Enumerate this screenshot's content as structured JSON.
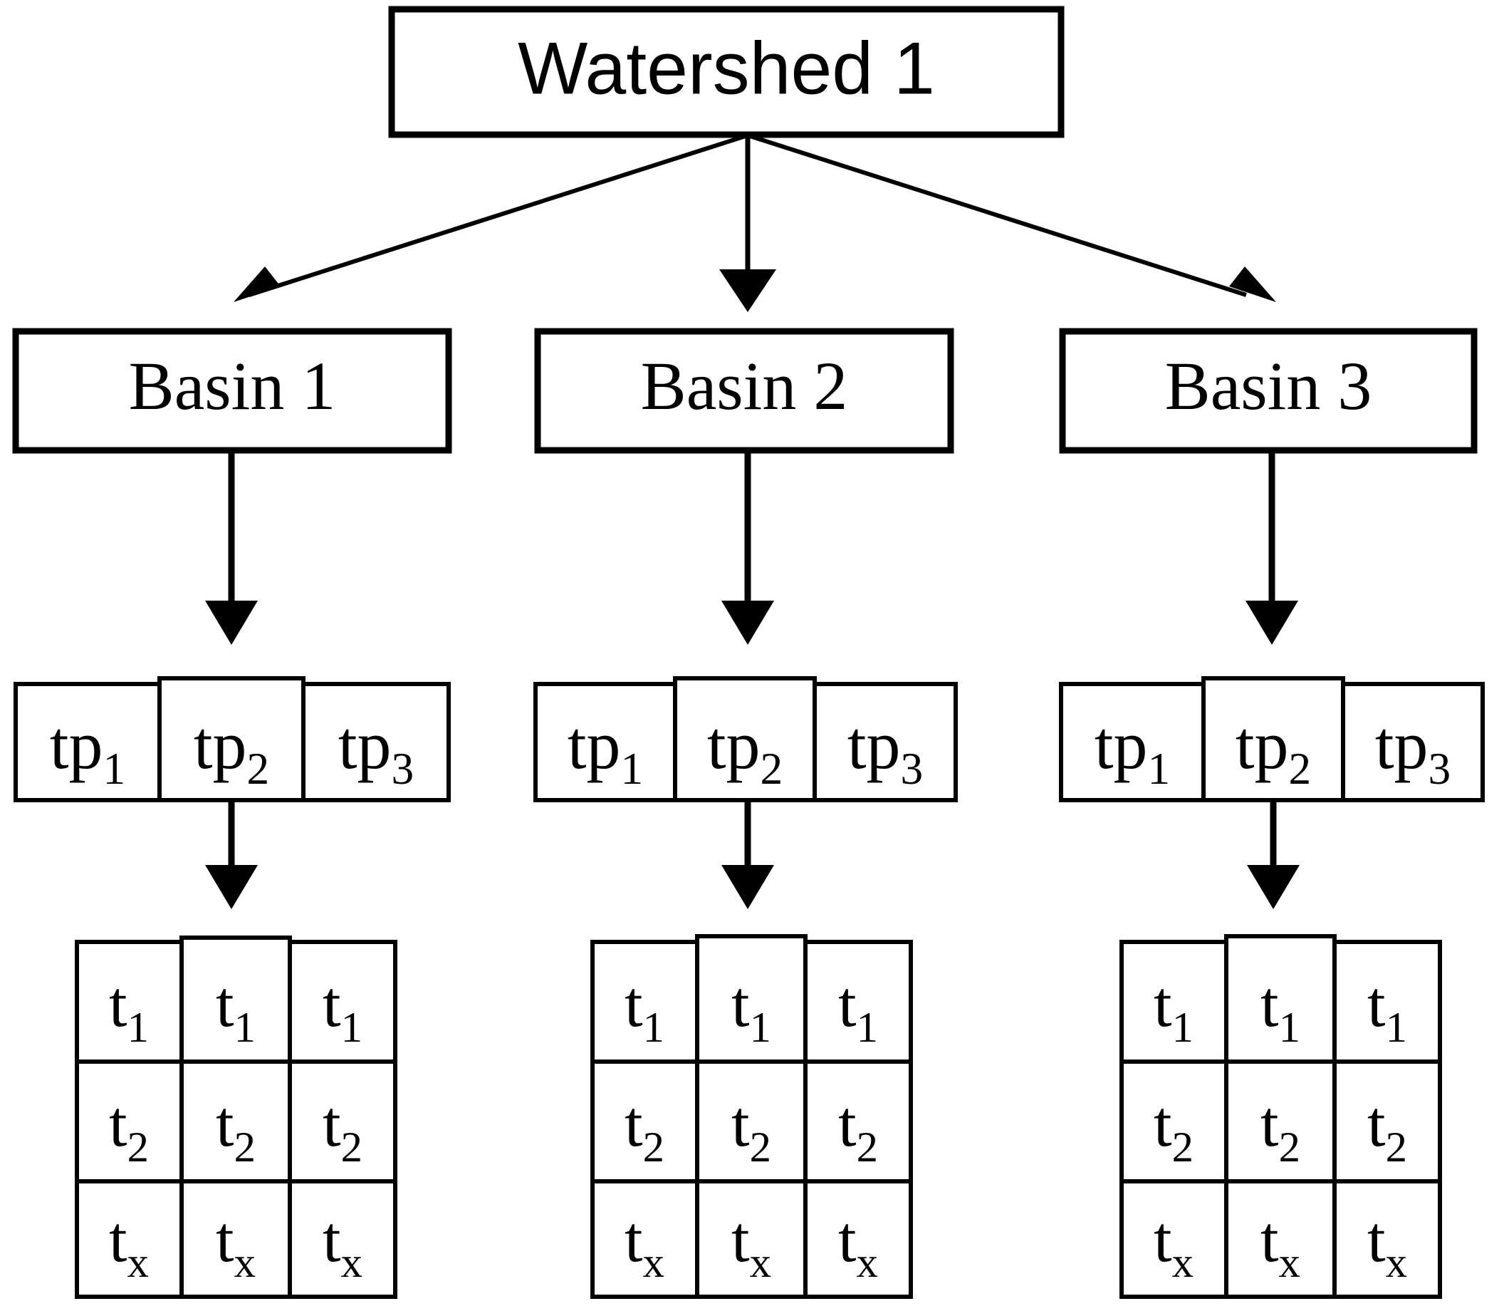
{
  "diagram": {
    "type": "hierarchy-tree",
    "title_node": {
      "label": "Watershed 1",
      "font": "sans"
    },
    "levels": [
      {
        "name": "watershed",
        "nodes": [
          "Watershed 1"
        ]
      },
      {
        "name": "basins",
        "nodes": [
          "Basin 1",
          "Basin 2",
          "Basin 3"
        ]
      },
      {
        "name": "time-periods",
        "cells": [
          "tp",
          "tp",
          "tp"
        ],
        "subscripts": [
          "1",
          "2",
          "3"
        ]
      },
      {
        "name": "timesteps",
        "rows": [
          {
            "base": "t",
            "sub": "1"
          },
          {
            "base": "t",
            "sub": "2"
          },
          {
            "base": "t",
            "sub": "x"
          }
        ],
        "columns": 3
      }
    ],
    "branches": [
      {
        "basin_label": "Basin 1",
        "tp_row": [
          {
            "base": "tp",
            "sub": "1"
          },
          {
            "base": "tp",
            "sub": "2"
          },
          {
            "base": "tp",
            "sub": "3"
          }
        ],
        "grid": [
          [
            {
              "base": "t",
              "sub": "1"
            },
            {
              "base": "t",
              "sub": "1"
            },
            {
              "base": "t",
              "sub": "1"
            }
          ],
          [
            {
              "base": "t",
              "sub": "2"
            },
            {
              "base": "t",
              "sub": "2"
            },
            {
              "base": "t",
              "sub": "2"
            }
          ],
          [
            {
              "base": "t",
              "sub": "x"
            },
            {
              "base": "t",
              "sub": "x"
            },
            {
              "base": "t",
              "sub": "x"
            }
          ]
        ]
      },
      {
        "basin_label": "Basin 2",
        "tp_row": [
          {
            "base": "tp",
            "sub": "1"
          },
          {
            "base": "tp",
            "sub": "2"
          },
          {
            "base": "tp",
            "sub": "3"
          }
        ],
        "grid": [
          [
            {
              "base": "t",
              "sub": "1"
            },
            {
              "base": "t",
              "sub": "1"
            },
            {
              "base": "t",
              "sub": "1"
            }
          ],
          [
            {
              "base": "t",
              "sub": "2"
            },
            {
              "base": "t",
              "sub": "2"
            },
            {
              "base": "t",
              "sub": "2"
            }
          ],
          [
            {
              "base": "t",
              "sub": "x"
            },
            {
              "base": "t",
              "sub": "x"
            },
            {
              "base": "t",
              "sub": "x"
            }
          ]
        ]
      },
      {
        "basin_label": "Basin 3",
        "tp_row": [
          {
            "base": "tp",
            "sub": "1"
          },
          {
            "base": "tp",
            "sub": "2"
          },
          {
            "base": "tp",
            "sub": "3"
          }
        ],
        "grid": [
          [
            {
              "base": "t",
              "sub": "1"
            },
            {
              "base": "t",
              "sub": "1"
            },
            {
              "base": "t",
              "sub": "1"
            }
          ],
          [
            {
              "base": "t",
              "sub": "2"
            },
            {
              "base": "t",
              "sub": "2"
            },
            {
              "base": "t",
              "sub": "2"
            }
          ],
          [
            {
              "base": "t",
              "sub": "x"
            },
            {
              "base": "t",
              "sub": "x"
            },
            {
              "base": "t",
              "sub": "x"
            }
          ]
        ]
      }
    ],
    "colors": {
      "background": "#ffffff",
      "stroke": "#000000",
      "text": "#000000"
    }
  }
}
